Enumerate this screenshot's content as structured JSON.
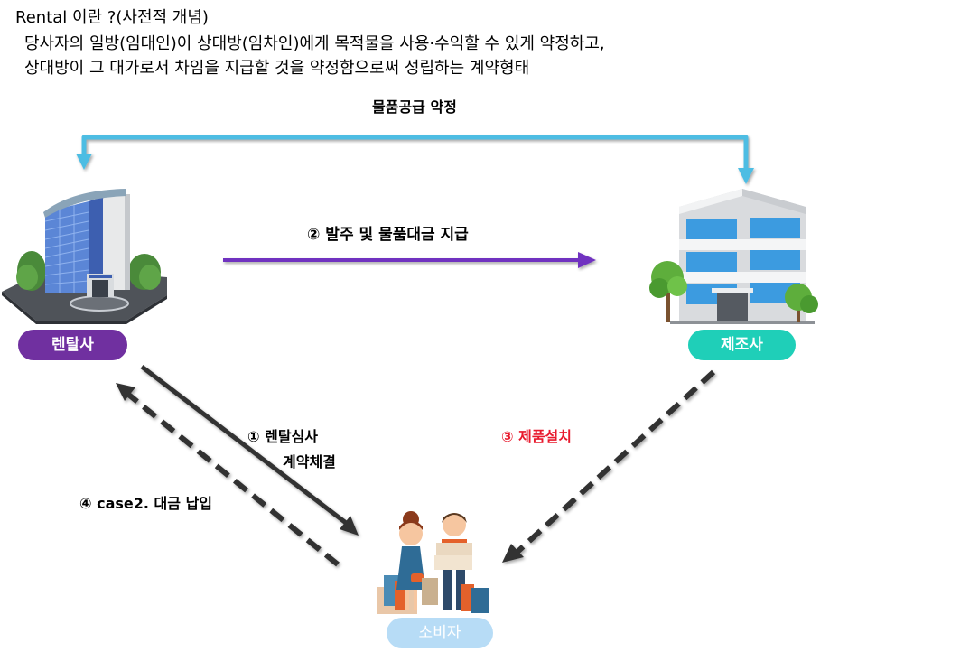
{
  "intro": {
    "title": "Rental 이란 ?(사전적 개념)",
    "line1": "당사자의 일방(임대인)이 상대방(임차인)에게 목적물을 사용·수익할 수 있게 약정하고,",
    "line2": "상대방이 그 대가로서 차임을 지급할 것을 약정함으로써 성립하는 계약형태"
  },
  "nodes": {
    "rental_company": {
      "label": "렌탈사",
      "color": "#7030a0",
      "icon": "office-building-icon"
    },
    "manufacturer": {
      "label": "제조사",
      "color": "#1fcfb8",
      "icon": "factory-building-icon"
    },
    "consumer": {
      "label": "소비자",
      "color": "#b7dcf6",
      "icon": "shoppers-icon"
    }
  },
  "flows": {
    "supply_agreement": {
      "label": "물품공급 약정",
      "color": "#4dbde3",
      "style": "solid",
      "direction": "both"
    },
    "order_payment": {
      "label": "② 발주 및 물품대금 지급",
      "color": "#7030c0",
      "style": "solid",
      "from": "렌탈사",
      "to": "제조사"
    },
    "contract": {
      "label_line1": "① 렌탈심사",
      "label_line2": "계약체결",
      "color": "#333333",
      "style": "solid",
      "from": "렌탈사",
      "to": "소비자"
    },
    "installation": {
      "label": "③ 제품설치",
      "label_color": "#e8192c",
      "color": "#333333",
      "style": "dashed",
      "from": "제조사",
      "to": "소비자"
    },
    "payment": {
      "label": "④ case2. 대금 납입",
      "color": "#333333",
      "style": "dashed",
      "from": "소비자",
      "to": "렌탈사"
    }
  }
}
